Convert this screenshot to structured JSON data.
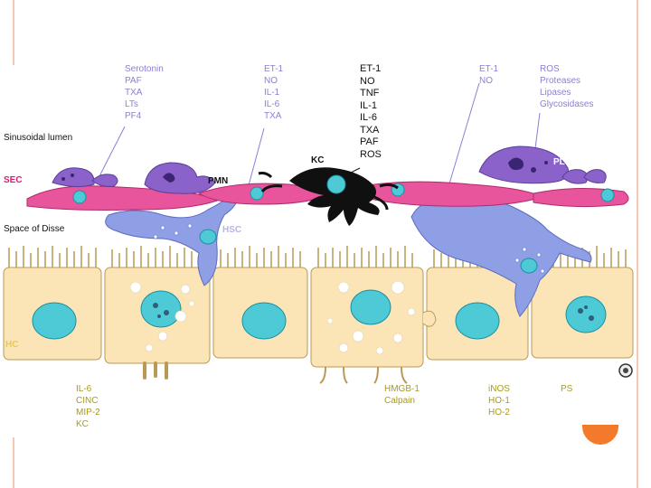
{
  "labels": {
    "serotonin_group": [
      "Serotonin",
      "PAF",
      "TXA",
      "LTs",
      "PF4"
    ],
    "sec_mediators": [
      "ET-1",
      "NO",
      "IL-1",
      "IL-6",
      "TXA"
    ],
    "kc_mediators": [
      "ET-1",
      "NO",
      "TNF",
      "IL-1",
      "IL-6",
      "TXA",
      "PAF",
      "ROS"
    ],
    "hsc_mediators": [
      "ET-1",
      "NO"
    ],
    "plt_mediators": [
      "ROS",
      "Proteases",
      "Lipases",
      "Glycosidases"
    ],
    "hc_left": [
      "IL-6",
      "CINC",
      "MIP-2",
      "KC"
    ],
    "hc_mid": [
      "HMGB-1",
      "Calpain"
    ],
    "hc_right": [
      "iNOS",
      "HO-1",
      "HO-2"
    ],
    "ps": [
      "PS"
    ]
  },
  "regions": {
    "sinusoidal_lumen": "Sinusoidal lumen",
    "space_of_disse": "Space of Disse"
  },
  "cells": {
    "sec": "SEC",
    "pmn": "PMN",
    "kc": "KC",
    "plt": "PLT",
    "hsc": "HSC",
    "hc": "HC"
  },
  "colors": {
    "sec_fill": "#e8559c",
    "platelet_fill": "#8a62c9",
    "kc_fill": "#101010",
    "hsc_fill": "#8f9fe6",
    "hepatocyte_fill": "#fbe5b6",
    "nucleus_fill": "#4ecad6",
    "label_purple": "#8b7fd8",
    "label_olive": "#a79a20",
    "frame_line": "#f4c9b3",
    "accent_orange": "#f37a2a"
  }
}
